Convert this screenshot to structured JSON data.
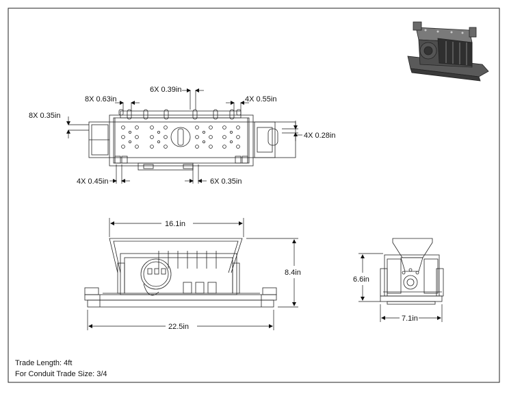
{
  "dimensions": {
    "holes_8x_063": "8X 0.63in",
    "holes_6x_039": "6X 0.39in",
    "holes_4x_055": "4X 0.55in",
    "holes_8x_035": "8X 0.35in",
    "holes_4x_028": "4X 0.28in",
    "holes_4x_045": "4X 0.45in",
    "holes_6x_035": "6X 0.35in",
    "top_width": "16.1in",
    "overall_height": "8.4in",
    "overall_length": "22.5in",
    "side_height": "6.6in",
    "side_width": "7.1in"
  },
  "notes": {
    "trade_length": "Trade Length: 4ft",
    "conduit_size": "For Conduit Trade Size: 3/4"
  }
}
